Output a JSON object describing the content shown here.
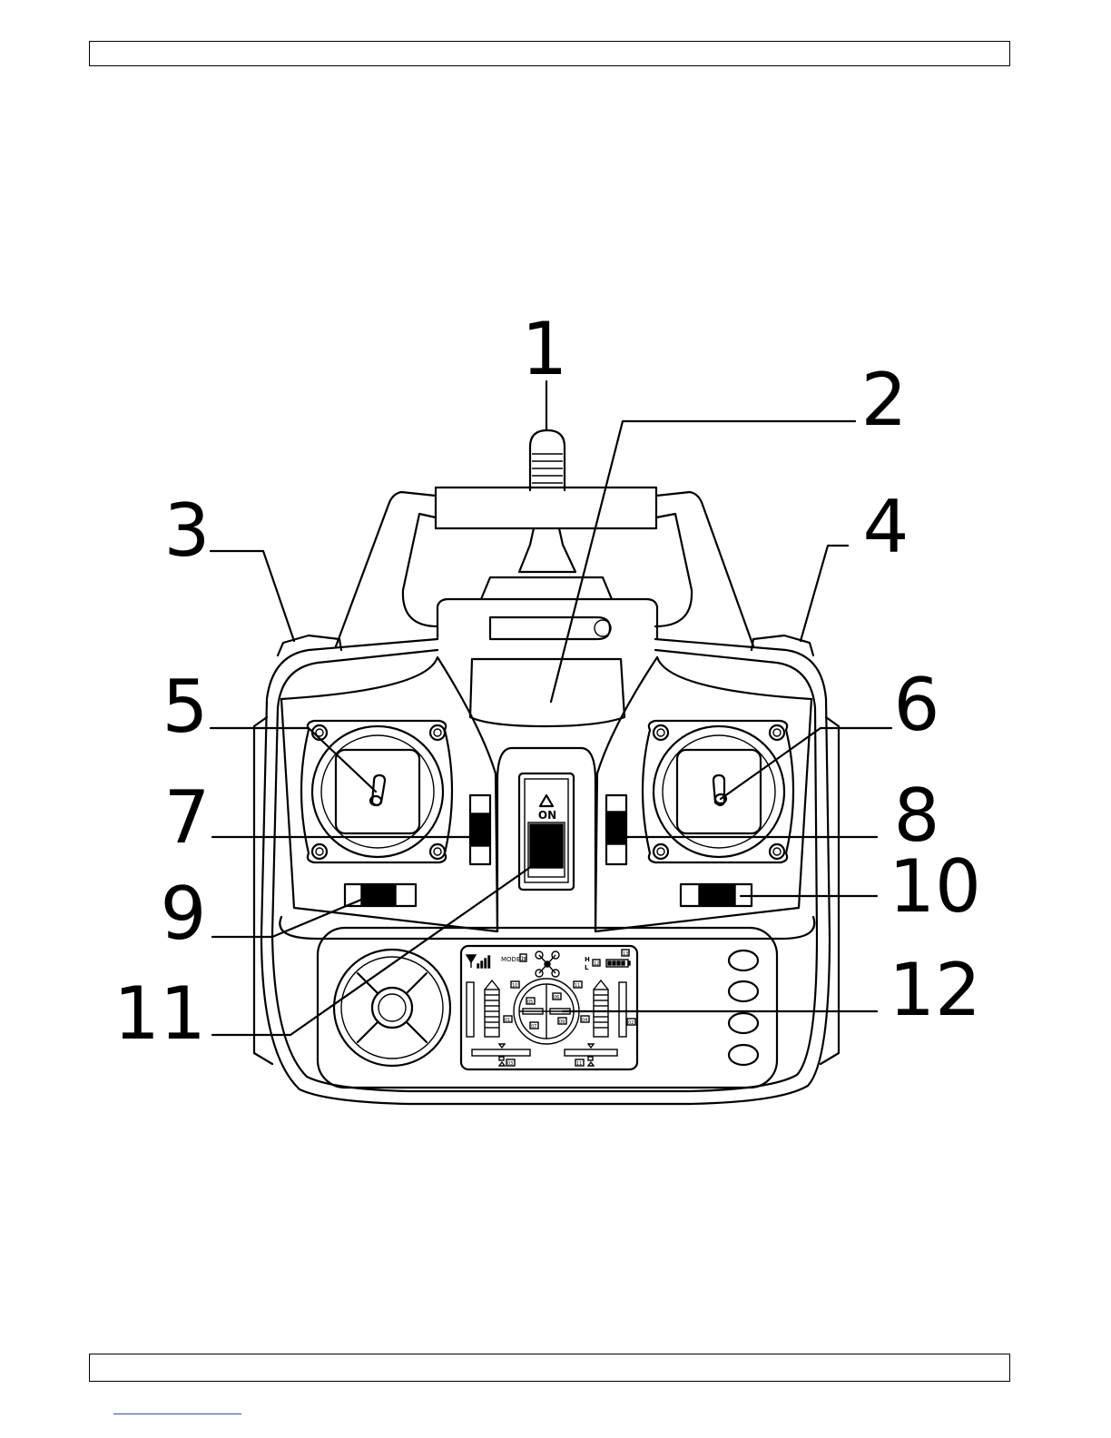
{
  "header": {
    "text": ""
  },
  "footer": {
    "text": ""
  },
  "callouts": {
    "c1": "1",
    "c2": "2",
    "c3": "3",
    "c4": "4",
    "c5": "5",
    "c6": "6",
    "c7": "7",
    "c8": "8",
    "c9": "9",
    "c10": "10",
    "c11": "11",
    "c12": "12"
  },
  "device": {
    "power_switch_label": "ON",
    "lcd": {
      "mode_label": "MODE 1",
      "mode_box": "14",
      "battery_box": "13",
      "hl_top": "H",
      "hl_bottom": "L",
      "hl_box": "12",
      "box_10": "10",
      "box_01": "01",
      "box_04": "04",
      "box_05": "05",
      "box_06": "06",
      "box_07": "07",
      "box_09": "09",
      "box_02": "02",
      "box_03": "03",
      "box_11": "11"
    }
  }
}
